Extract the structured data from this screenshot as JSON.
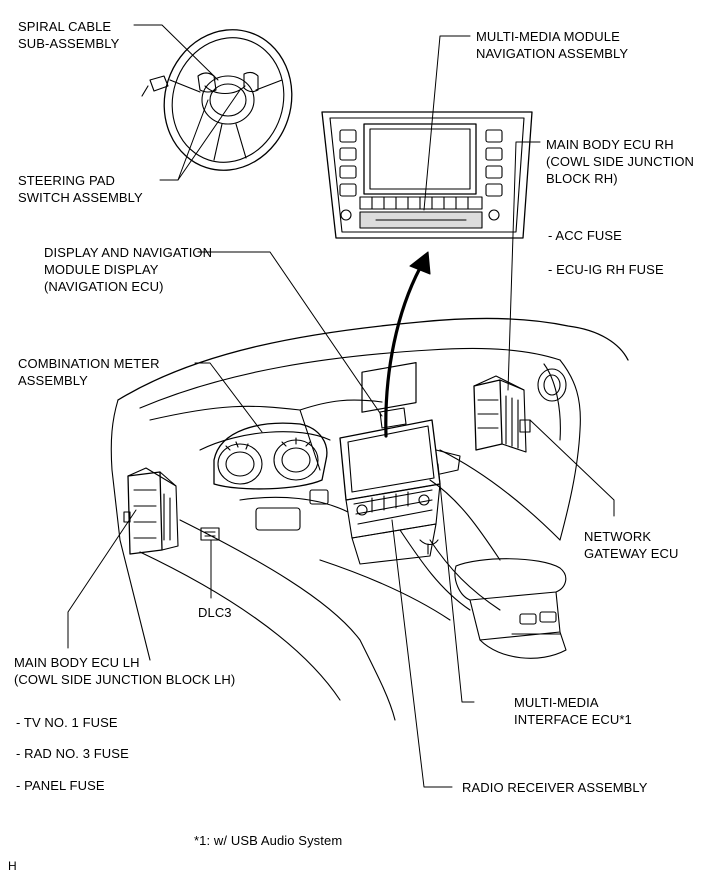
{
  "labels": {
    "spiral_cable": [
      "SPIRAL CABLE",
      "SUB-ASSEMBLY"
    ],
    "steering_pad": [
      "STEERING PAD",
      "SWITCH ASSEMBLY"
    ],
    "multimedia_module": [
      "MULTI-MEDIA MODULE",
      "NAVIGATION ASSEMBLY"
    ],
    "main_body_rh": [
      "MAIN BODY ECU RH",
      "(COWL SIDE JUNCTION",
      "BLOCK RH)"
    ],
    "acc_fuse": "- ACC FUSE",
    "ecu_ig_fuse": "- ECU-IG RH FUSE",
    "display_nav": [
      "DISPLAY AND NAVIGATION",
      "MODULE DISPLAY",
      "(NAVIGATION ECU)"
    ],
    "combination_meter": [
      "COMBINATION METER",
      "ASSEMBLY"
    ],
    "network_gateway": [
      "NETWORK",
      "GATEWAY ECU"
    ],
    "dlc3": "DLC3",
    "main_body_lh": [
      "MAIN BODY ECU LH",
      "(COWL SIDE JUNCTION BLOCK LH)"
    ],
    "tv_fuse": "- TV NO. 1 FUSE",
    "rad_fuse": "- RAD NO. 3 FUSE",
    "panel_fuse": "- PANEL FUSE",
    "multimedia_interface": [
      "MULTI-MEDIA",
      "INTERFACE ECU*1"
    ],
    "radio_receiver": "RADIO RECEIVER ASSEMBLY",
    "footnote": "*1: w/ USB Audio System",
    "corner_mark": "H"
  }
}
